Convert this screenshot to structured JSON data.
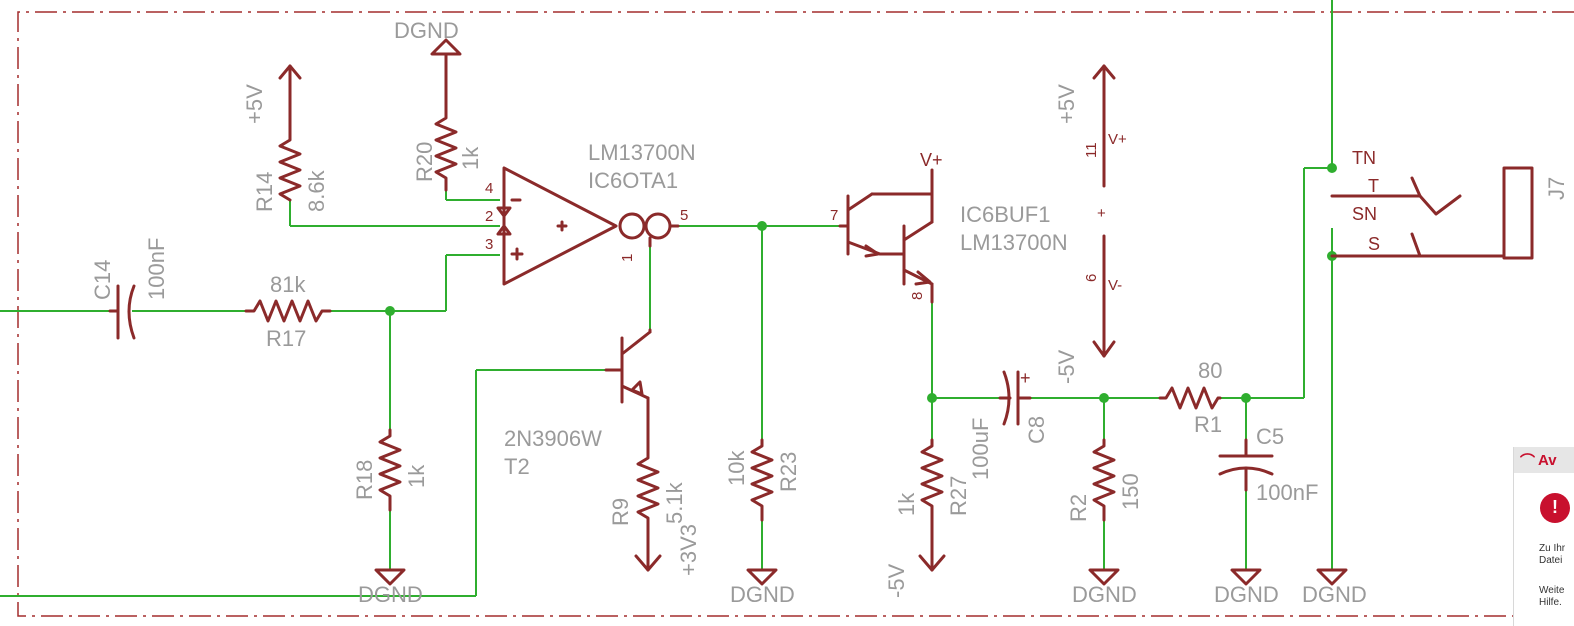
{
  "colors": {
    "symbol": "#8b2a2a",
    "net": "#2fae2f",
    "label": "#9a9a9a",
    "frame": "#a32d2d",
    "popup_accent": "#c8102e"
  },
  "labels": {
    "dgnd_top": "DGND",
    "r20_name": "R20",
    "r20_val": "1k",
    "p5v_left": "+5V",
    "r14_name": "R14",
    "r14_val": "8.6k",
    "ota_part": "LM13700N",
    "ota_name": "IC6OTA1",
    "pin4": "4",
    "pin2": "2",
    "pin3": "3",
    "pin5": "5",
    "pin1": "1",
    "c14_name": "C14",
    "c14_val": "100nF",
    "r17_val": "81k",
    "r17_name": "R17",
    "r18_name": "R18",
    "r18_val": "1k",
    "dgnd_r18": "DGND",
    "t2_part": "2N3906W",
    "t2_name": "T2",
    "r9_name": "R9",
    "r9_val": "5.1k",
    "p3v3": "+3V3",
    "r23_val": "10k",
    "r23_name": "R23",
    "dgnd_r23": "DGND",
    "vplus_top": "V+",
    "pin7": "7",
    "pin8": "8",
    "buf_name": "IC6BUF1",
    "buf_part": "LM13700N",
    "p5v_right": "+5V",
    "pin11": "11",
    "vplus_pin": "V+",
    "pwr_plus": "+",
    "pin6": "6",
    "vminus_pin": "V-",
    "m5v_mid": "-5V",
    "r27_val": "1k",
    "r27_name": "R27",
    "m5v_bottom": "-5V",
    "c8_val": "100uF",
    "c8_name": "C8",
    "cap_plus": "+",
    "r1_val": "80",
    "r1_name": "R1",
    "r2_name": "R2",
    "r2_val": "150",
    "dgnd_r2": "DGND",
    "c5_name": "C5",
    "c5_val": "100nF",
    "dgnd_c5": "DGND",
    "j7_name": "J7",
    "tn": "TN",
    "t": "T",
    "sn": "SN",
    "s": "S",
    "dgnd_j7": "DGND"
  },
  "popup": {
    "brand": "Av",
    "warning_icon": "warning-triangle-icon",
    "text_1": "Zu Ihr Datei",
    "text_2": "Weite Hilfe."
  }
}
